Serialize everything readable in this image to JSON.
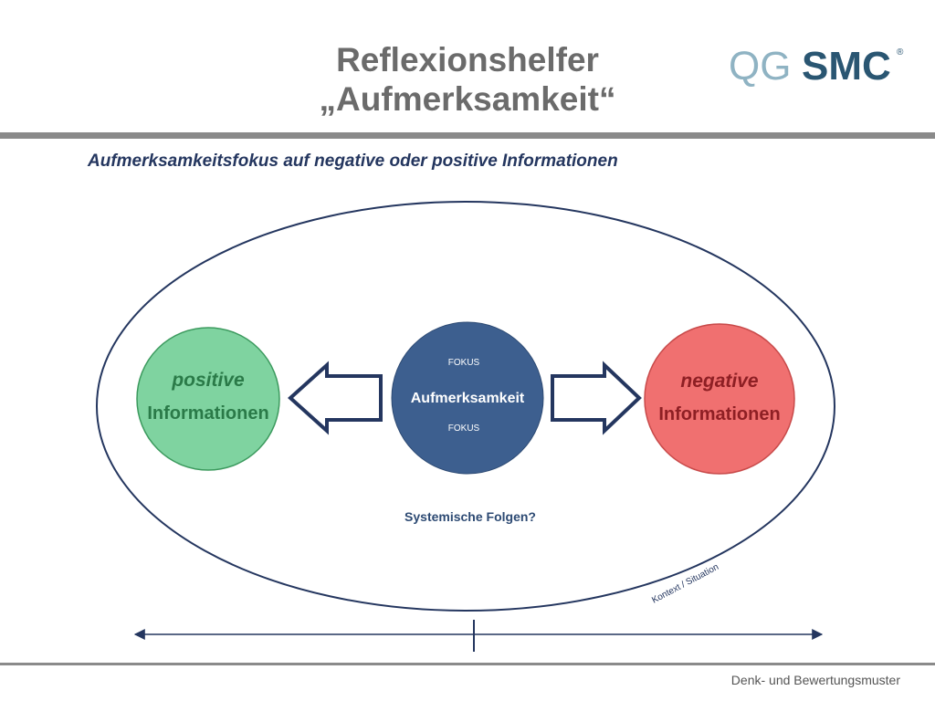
{
  "title": {
    "line1": "Reflexionshelfer",
    "line2": "„Aufmerksamkeit“"
  },
  "logo": {
    "part1": "QG",
    "part2": "SMC",
    "mark": "®"
  },
  "diagram": {
    "subtitle": "Aufmerksamkeitsfokus auf negative oder positive Informationen",
    "center": {
      "top": "FOKUS",
      "label": "Aufmerksamkeit",
      "bottom": "FOKUS"
    },
    "left_circle": {
      "line1": "positive",
      "line2": "Informationen"
    },
    "right_circle": {
      "line1": "negative",
      "line2": "Informationen"
    },
    "consequences": "Systemische Folgen?",
    "context": "Kontext / Situation"
  },
  "footer": "Denk- und Bewertungsmuster",
  "colors": {
    "title": "#6b6b6b",
    "navy": "#24365f",
    "center_circle": "#3d5f8f",
    "positive_fill": "#7fd3a0",
    "positive_text": "#2a7a48",
    "negative_fill": "#f07070",
    "negative_text": "#8e1f24",
    "logo_qg": "#8fb3c3",
    "logo_smc": "#2a5672"
  }
}
